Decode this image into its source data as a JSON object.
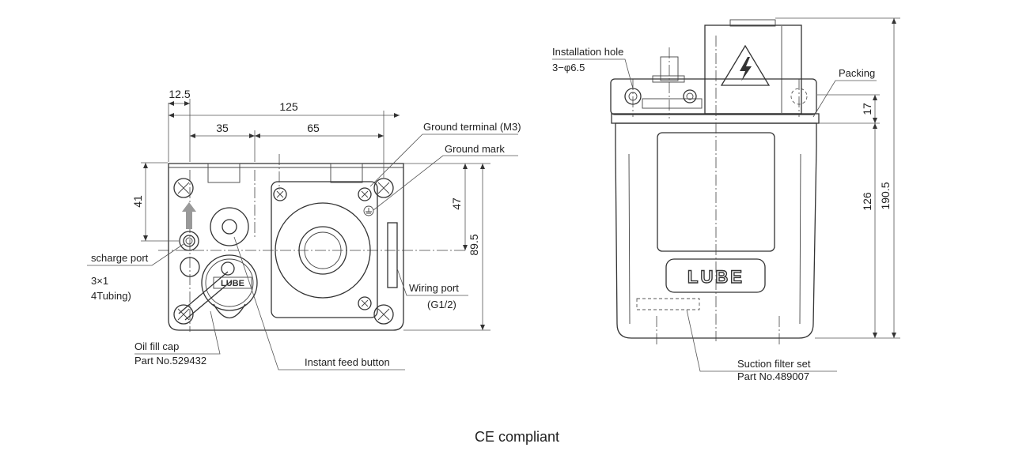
{
  "caption": "CE compliant",
  "front_view": {
    "dimensions": {
      "d1": "12.5",
      "d2": "125",
      "d3": "35",
      "d4": "65",
      "d5": "41",
      "d6": "47",
      "d7": "89.5"
    },
    "labels": {
      "ground_terminal": "Ground terminal (M3)",
      "ground_mark": "Ground mark",
      "discharge_port": "scharge port",
      "discharge_spec_1": "3×1",
      "discharge_spec_2": "4Tubing)",
      "wiring_port": "Wiring port",
      "wiring_port_size": "(G1/2)",
      "oil_fill_cap": "Oil fill cap",
      "oil_fill_cap_part": "Part No.529432",
      "instant_feed_button": "Instant feed button",
      "cap_logo": "LUBE"
    }
  },
  "side_view": {
    "dimensions": {
      "d1": "17",
      "d2": "126",
      "d3": "190.5"
    },
    "labels": {
      "installation_hole": "Installation hole",
      "installation_hole_spec": "3−φ6.5",
      "packing": "Packing",
      "suction_filter": "Suction filter set",
      "suction_filter_part": "Part No.489007",
      "logo": "LUBE"
    },
    "icons": [
      "high-voltage-warning-icon"
    ]
  }
}
